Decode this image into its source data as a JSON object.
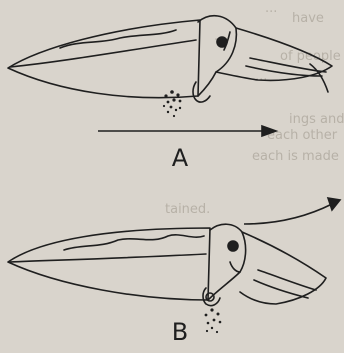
{
  "figure": {
    "panel_a": {
      "label": "A"
    },
    "panel_b": {
      "label": "B"
    }
  },
  "background_text": [
    "...",
    "have",
    "...",
    "of people",
    "...",
    "ings and",
    "each other",
    "each is made",
    "tained."
  ],
  "colors": {
    "paper": "#d9d4cc",
    "ink": "#1f1f1f",
    "faint_text": "#b7b1a7"
  }
}
